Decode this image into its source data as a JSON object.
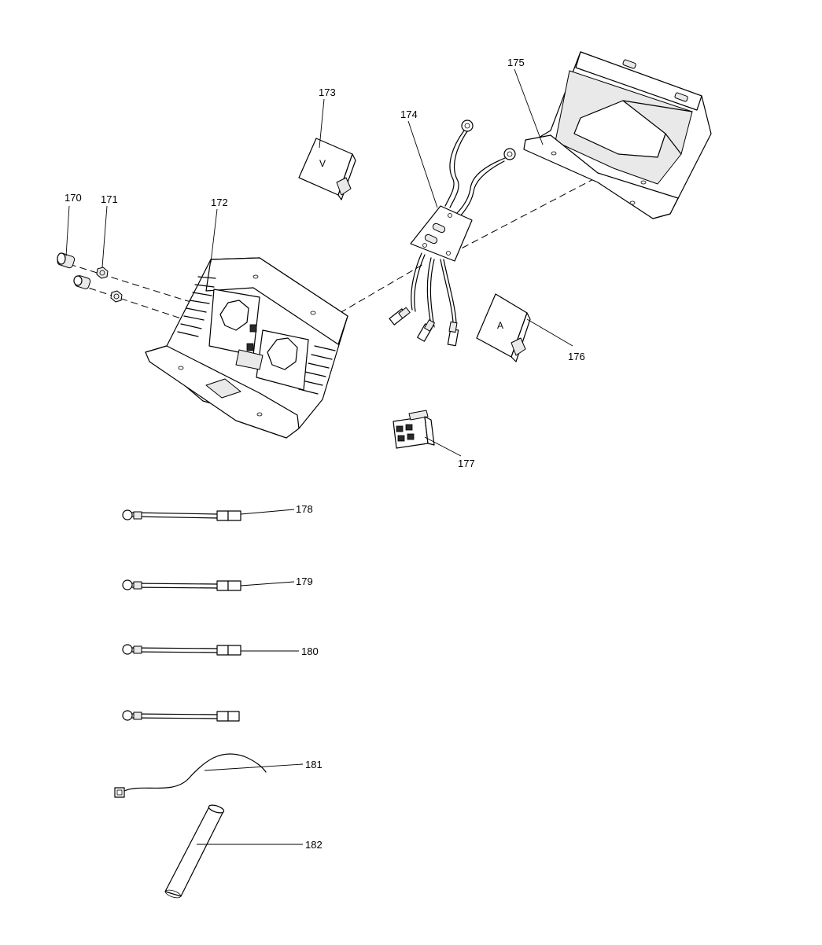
{
  "diagram": {
    "parts": [
      {
        "id": "p170",
        "number": "170"
      },
      {
        "id": "p171",
        "number": "171"
      },
      {
        "id": "p172",
        "number": "172"
      },
      {
        "id": "p173",
        "number": "173"
      },
      {
        "id": "p174",
        "number": "174"
      },
      {
        "id": "p175",
        "number": "175"
      },
      {
        "id": "p176",
        "number": "176"
      },
      {
        "id": "p177",
        "number": "177"
      },
      {
        "id": "p178",
        "number": "178"
      },
      {
        "id": "p179",
        "number": "179"
      },
      {
        "id": "p180",
        "number": "180"
      },
      {
        "id": "p181",
        "number": "181"
      },
      {
        "id": "p182",
        "number": "182"
      }
    ],
    "cap_letters": {
      "voltmeter": "V",
      "ammeter": "A"
    }
  }
}
